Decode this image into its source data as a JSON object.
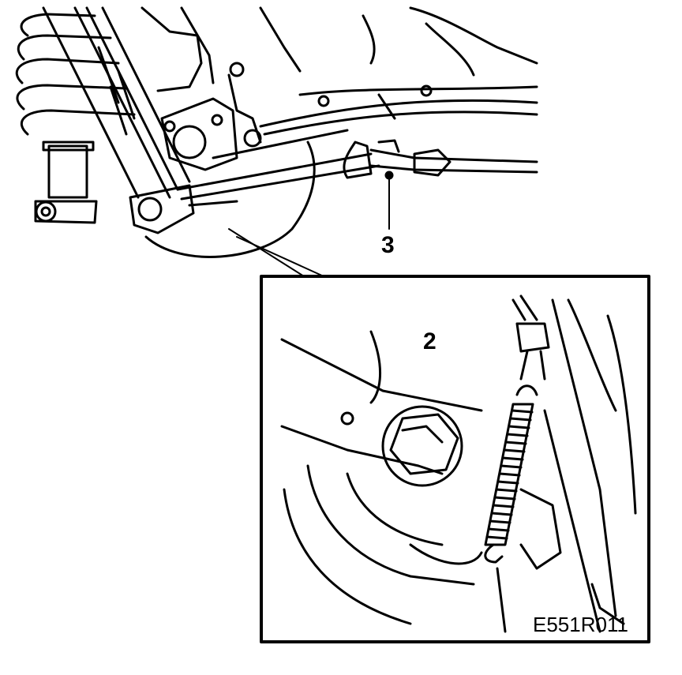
{
  "figure": {
    "code": "E551R011",
    "callouts": [
      {
        "id": "2",
        "label": "2"
      },
      {
        "id": "3",
        "label": "3"
      }
    ]
  },
  "colors": {
    "line": "#000000",
    "background": "#ffffff"
  }
}
